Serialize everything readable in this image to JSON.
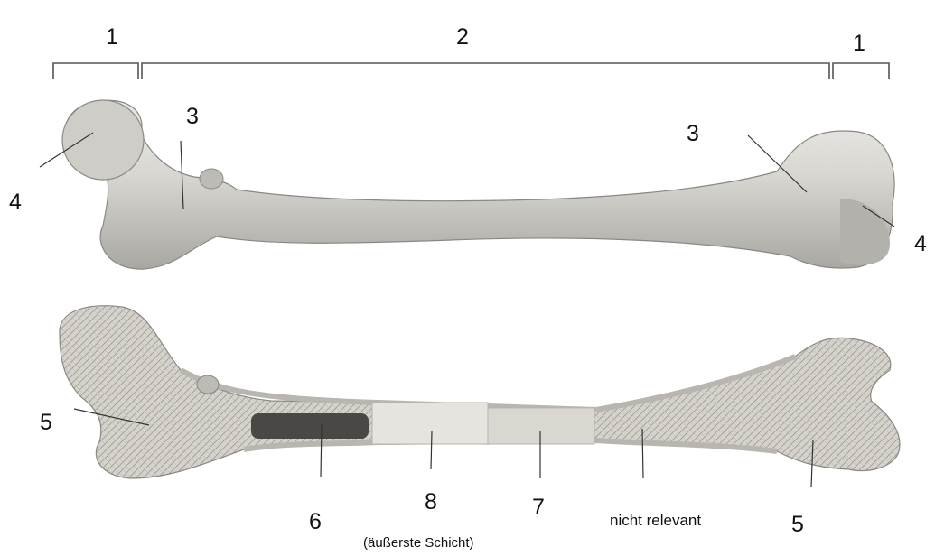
{
  "colors": {
    "bone_fill": "#d9d7d2",
    "bone_shadow": "#a8a6a1",
    "bone_outline": "#8a8884",
    "spongy_fill": "#cfccc6",
    "marrow_cavity": "#4a4845",
    "periosteum_band": "#e6e4df",
    "line": "#333333"
  },
  "labels": {
    "epiphysis_left": "1",
    "diaphysis": "2",
    "epiphysis_right": "1",
    "metaphysis_left": "3",
    "metaphysis_right": "3",
    "articular_cartilage_left": "4",
    "articular_cartilage_right": "4",
    "spongy_bone_left": "5",
    "spongy_bone_right": "5",
    "medullary_cavity": "6",
    "compact_bone": "7",
    "periosteum": "8",
    "periosteum_note": "(äußerste Schicht)",
    "not_relevant": "nicht relevant"
  }
}
